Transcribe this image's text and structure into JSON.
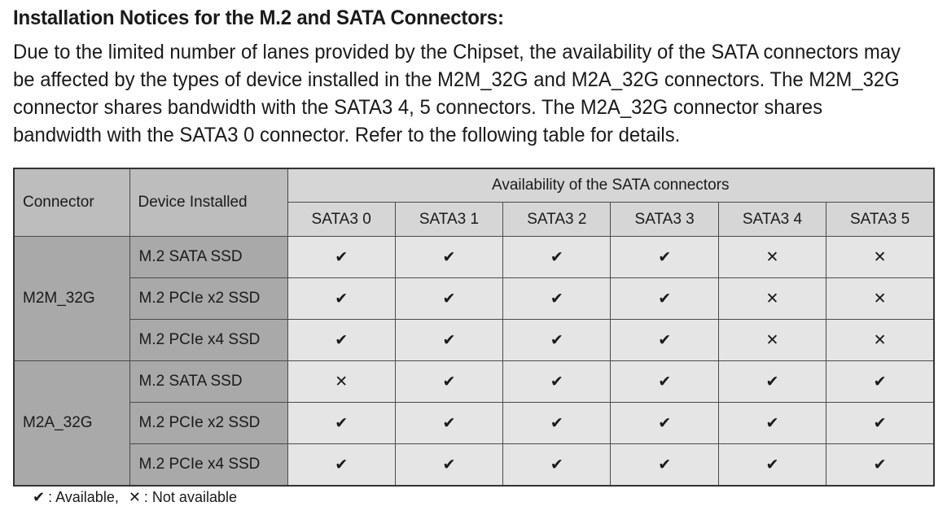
{
  "heading": "Installation Notices for the M.2 and SATA Connectors:",
  "intro": "Due to the limited number of lanes provided by the Chipset, the availability of the SATA connectors may be affected by the types of device installed in the M2M_32G and M2A_32G connectors. The M2M_32G connector shares bandwidth with the SATA3 4, 5 connectors. The M2A_32G connector shares bandwidth with the SATA3 0 connector. Refer to the following table for details.",
  "table": {
    "col_connector": "Connector",
    "col_device": "Device Installed",
    "col_group": "Availability of the SATA connectors",
    "sata_cols": [
      "SATA3 0",
      "SATA3 1",
      "SATA3 2",
      "SATA3 3",
      "SATA3 4",
      "SATA3 5"
    ],
    "groups": [
      {
        "connector": "M2M_32G",
        "rows": [
          {
            "device": "M.2 SATA SSD",
            "marks": [
              "✔",
              "✔",
              "✔",
              "✔",
              "✕",
              "✕"
            ]
          },
          {
            "device": "M.2 PCIe x2 SSD",
            "marks": [
              "✔",
              "✔",
              "✔",
              "✔",
              "✕",
              "✕"
            ]
          },
          {
            "device": "M.2 PCIe x4 SSD",
            "marks": [
              "✔",
              "✔",
              "✔",
              "✔",
              "✕",
              "✕"
            ]
          }
        ]
      },
      {
        "connector": "M2A_32G",
        "rows": [
          {
            "device": "M.2 SATA SSD",
            "marks": [
              "✕",
              "✔",
              "✔",
              "✔",
              "✔",
              "✔"
            ]
          },
          {
            "device": "M.2 PCIe x2 SSD",
            "marks": [
              "✔",
              "✔",
              "✔",
              "✔",
              "✔",
              "✔"
            ]
          },
          {
            "device": "M.2 PCIe x4 SSD",
            "marks": [
              "✔",
              "✔",
              "✔",
              "✔",
              "✔",
              "✔"
            ]
          }
        ]
      }
    ]
  },
  "legend": {
    "available_symbol": "✔",
    "available_text": ": Available,",
    "unavailable_symbol": "✕",
    "unavailable_text": ": Not available"
  }
}
